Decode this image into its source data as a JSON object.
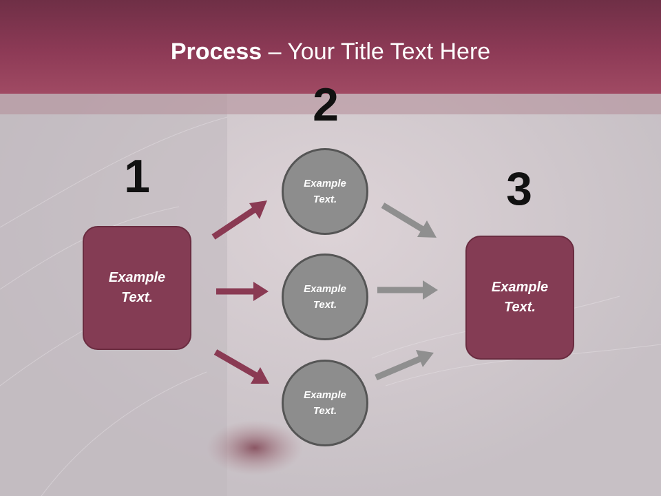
{
  "title": {
    "bold": "Process",
    "rest": " – Your Title Text Here"
  },
  "steps": {
    "one": {
      "number": "1",
      "text": "Example Text."
    },
    "two": {
      "number": "2"
    },
    "three": {
      "number": "3",
      "text": "Example Text."
    }
  },
  "circles": [
    {
      "text": "Example Text."
    },
    {
      "text": "Example Text."
    },
    {
      "text": "Example Text."
    }
  ],
  "colors": {
    "accent": "#843c54",
    "band": "#8d3a56",
    "circle_fill": "#8d8d8d",
    "arrow_red": "#8a3a53",
    "arrow_gray": "#8f8f8f"
  }
}
